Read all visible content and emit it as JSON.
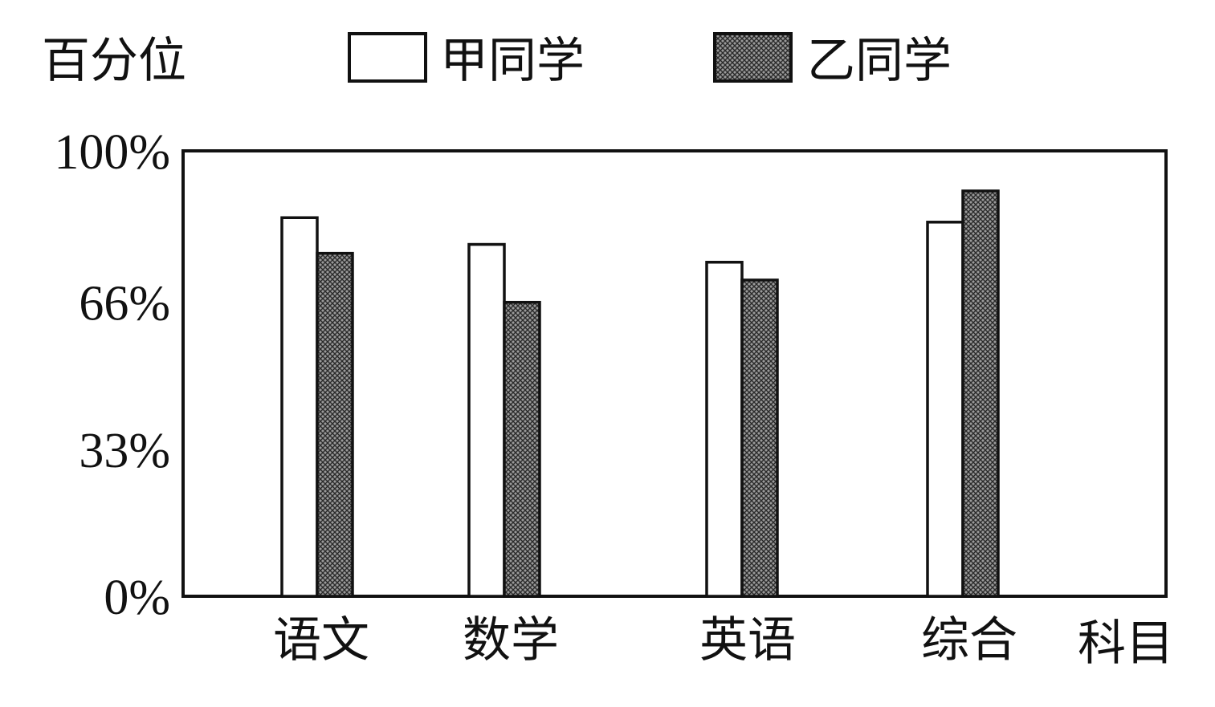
{
  "chart_data": {
    "type": "bar",
    "ylabel": "百分位",
    "xlabel": "科目",
    "categories": [
      "语文",
      "数学",
      "英语",
      "综合"
    ],
    "series": [
      {
        "name": "甲同学",
        "values": [
          85,
          79,
          75,
          84
        ],
        "fill": "white"
      },
      {
        "name": "乙同学",
        "values": [
          77,
          66,
          71,
          91
        ],
        "fill": "crosshatch"
      }
    ],
    "yticks": [
      "0%",
      "33%",
      "66%",
      "100%"
    ],
    "ytick_values": [
      0,
      33,
      66,
      100
    ],
    "ylim": [
      0,
      100
    ],
    "grid": false,
    "legend_position": "top"
  },
  "colors": {
    "ink": "#111111",
    "hatch_fill": "#8a8a8a",
    "background": "#ffffff"
  }
}
